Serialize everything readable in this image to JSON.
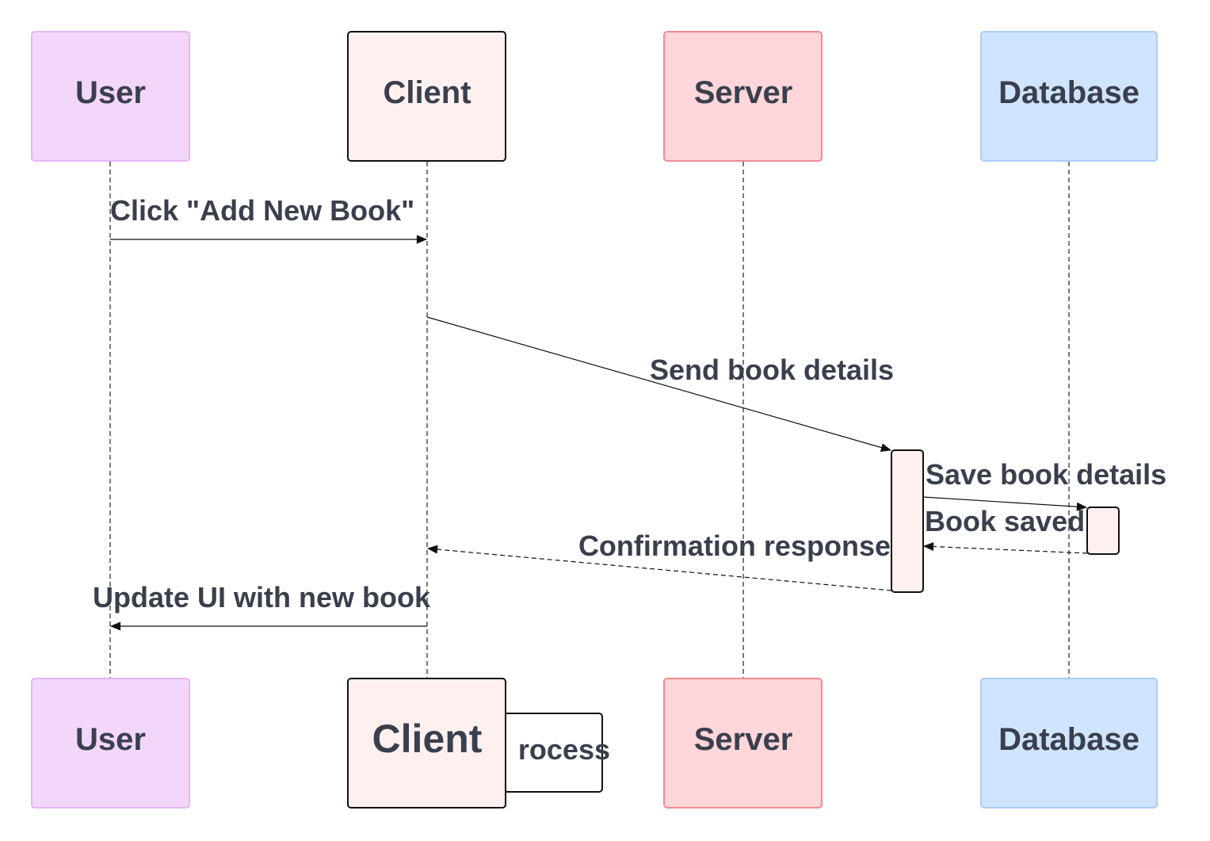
{
  "colors": {
    "user_fill": "#f2d7fb",
    "user_stroke": "#e8b5f7",
    "client_fill": "#fff0f0",
    "client_stroke": "#111111",
    "server_fill": "#ffd6d9",
    "server_stroke": "#f28b8f",
    "database_fill": "#cfe4fd",
    "database_stroke": "#a9cdf6",
    "activation_fill": "#fff0f0",
    "text": "#3a3f4d"
  },
  "actors_top": {
    "user": "User",
    "client": "Client",
    "server": "Server",
    "database": "Database"
  },
  "actors_bottom": {
    "user": "User",
    "client": "Client",
    "server": "Server",
    "database": "Database"
  },
  "messages": {
    "click_add": "Click \"Add New Book\"",
    "send_details": "Send book details",
    "save_details": "Save book details",
    "book_saved": "Book saved",
    "confirmation": "Confirmation response",
    "update_ui": "Update UI with new book"
  },
  "self_note": "rocess"
}
